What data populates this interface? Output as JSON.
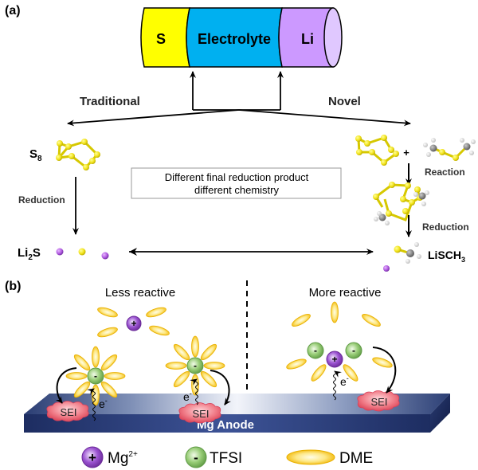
{
  "panel_a": {
    "label": "(a)",
    "battery": {
      "segments": [
        {
          "label": "S",
          "color": "#ffff00"
        },
        {
          "label": "Electrolyte",
          "color": "#00b0f0"
        },
        {
          "label": "Li",
          "color": "#cc99ff"
        }
      ],
      "end_cap_color": "#e0c8ff"
    },
    "branch_left": "Traditional",
    "branch_right": "Novel",
    "left_path": {
      "start": "S",
      "start_sub": "8",
      "step": "Reduction",
      "product": "Li",
      "product_sub": "2",
      "product_suffix": "S"
    },
    "right_path": {
      "plus": "+",
      "step1": "Reaction",
      "step2": "Reduction",
      "product": "LiSCH",
      "product_sub": "3"
    },
    "note_line1": "Different final reduction product",
    "note_line2": "different chemistry"
  },
  "panel_b": {
    "label": "(b)",
    "left_title": "Less reactive",
    "right_title": "More reactive",
    "anode_label": "Mg Anode",
    "sei_label": "SEI",
    "electron_label": "e",
    "electron_sup": "-",
    "plus_sign": "+",
    "minus_sign": "-",
    "legend": [
      {
        "symbol": "+",
        "label": "Mg",
        "sup": "2+",
        "type": "cation"
      },
      {
        "symbol": "-",
        "label": "TFSI",
        "sup": "",
        "type": "anion"
      },
      {
        "symbol": "",
        "label": "DME",
        "sup": "",
        "type": "solvent"
      }
    ]
  },
  "colors": {
    "sulfur": "#f2e31b",
    "lithium": "#b05ae0",
    "cation": "#8a3fc4",
    "anion": "#8cc46c",
    "solvent": "#f5c518",
    "sei": "#f06a7a",
    "anode_dark": "#1e2f63",
    "anode_light": "#e8ecf4",
    "carbon": "#7a7a7a",
    "hydrogen": "#f2f2f2"
  }
}
